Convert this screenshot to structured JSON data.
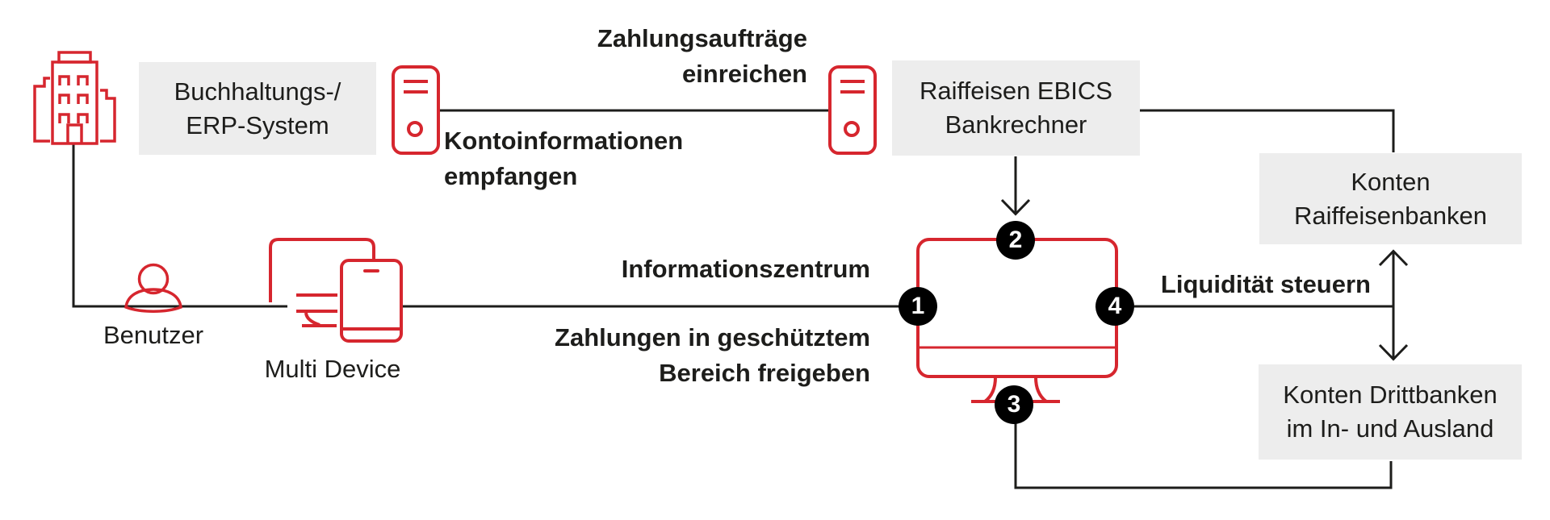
{
  "colors": {
    "red": "#d6262e",
    "line": "#1d1d1b",
    "box_bg": "#ededed",
    "text": "#1d1d1b",
    "circle_bg": "#000000",
    "circle_text": "#ffffff"
  },
  "nodes": {
    "erp": {
      "line1": "Buchhaltungs-/",
      "line2": "ERP-System"
    },
    "ebics": {
      "line1": "Raiffeisen EBICS",
      "line2": "Bankrechner"
    },
    "konten_raiffeisen": {
      "line1": "Konten",
      "line2": "Raiffeisenbanken"
    },
    "konten_dritt": {
      "line1": "Konten Drittbanken",
      "line2": "im In- und Ausland"
    },
    "benutzer_label": "Benutzer",
    "multi_device_label": "Multi Device"
  },
  "flows": {
    "submit": {
      "line1": "Zahlungsaufträge",
      "line2": "einreichen"
    },
    "receive": {
      "line1": "Kontoinformationen",
      "line2": "empfangen"
    },
    "infocenter": "Informationszentrum",
    "release": {
      "line1": "Zahlungen in geschütztem",
      "line2": "Bereich freigeben"
    },
    "liquidity": "Liquidität steuern"
  },
  "steps": {
    "one": "1",
    "two": "2",
    "three": "3",
    "four": "4"
  },
  "icons": [
    "building-icon",
    "server-icon",
    "server-icon",
    "user-icon",
    "multi-device-icon",
    "ebanking-monitor-icon"
  ]
}
